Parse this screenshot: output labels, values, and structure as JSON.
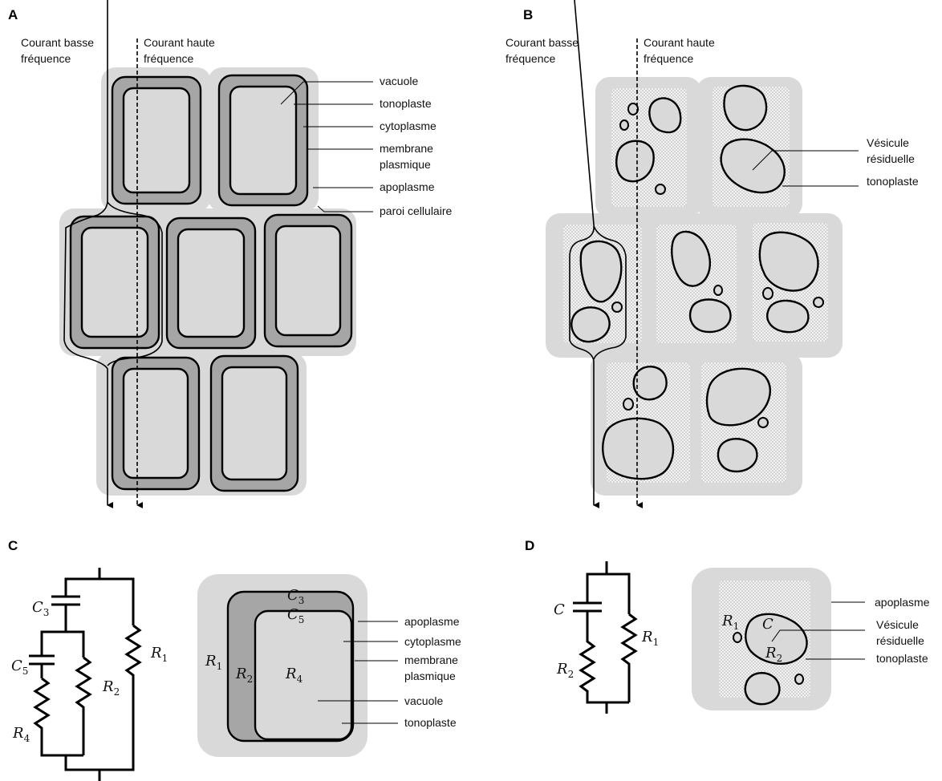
{
  "panels": {
    "a": "A",
    "b": "B",
    "c": "C",
    "d": "D"
  },
  "panel_a": {
    "low_freq_1": "Courant basse",
    "low_freq_2": "fréquence",
    "high_freq_1": "Courant haute",
    "high_freq_2": "fréquence",
    "labels": [
      "vacuole",
      "tonoplaste",
      "cytoplasme",
      "membrane",
      "plasmique",
      "apoplasme",
      "paroi cellulaire"
    ]
  },
  "panel_b": {
    "low_freq_1": "Courant basse",
    "low_freq_2": "fréquence",
    "high_freq_1": "Courant haute",
    "high_freq_2": "fréquence",
    "labels": [
      "Vésicule",
      "résiduelle",
      "tonoplaste"
    ]
  },
  "panel_c": {
    "circuit": {
      "c3": "C",
      "c3_sub": "3",
      "c5": "C",
      "c5_sub": "5",
      "r1": "R",
      "r1_sub": "1",
      "r2": "R",
      "r2_sub": "2",
      "r4": "R",
      "r4_sub": "4"
    },
    "cell": {
      "c3": "C",
      "c3_sub": "3",
      "c5": "C",
      "c5_sub": "5",
      "r1": "R",
      "r1_sub": "1",
      "r2": "R",
      "r2_sub": "2",
      "r4": "R",
      "r4_sub": "4"
    },
    "labels": [
      "apoplasme",
      "cytoplasme",
      "membrane",
      "plasmique",
      "vacuole",
      "tonoplaste"
    ]
  },
  "panel_d": {
    "circuit": {
      "c": "C",
      "r1": "R",
      "r1_sub": "1",
      "r2": "R",
      "r2_sub": "2"
    },
    "cell": {
      "r1": "R",
      "r1_sub": "1",
      "c": "C",
      "r2": "R",
      "r2_sub": "2"
    },
    "labels": [
      "apoplasme",
      "Vésicule",
      "résiduelle",
      "tonoplaste"
    ]
  },
  "colors": {
    "wall": "#d9d9d9",
    "cytoplasm": "#a6a6a6",
    "vacuole": "#d9d9d9",
    "line": "#000000"
  }
}
